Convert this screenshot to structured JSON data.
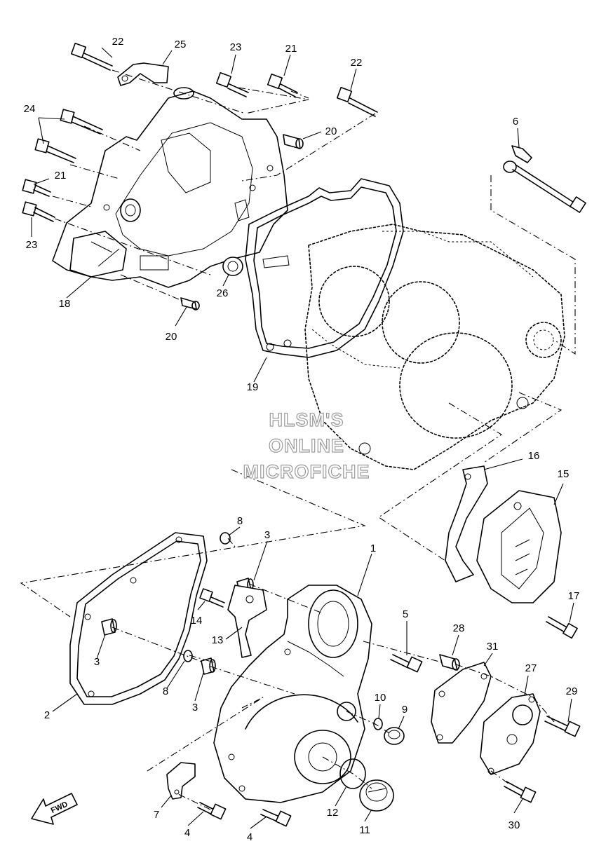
{
  "watermark": {
    "line1": "HLSM'S",
    "line2": "ONLINE",
    "line3": "MICROFICHE"
  },
  "fwd_label": "FWD",
  "callouts": [
    {
      "id": "c1",
      "label": "1"
    },
    {
      "id": "c2",
      "label": "2"
    },
    {
      "id": "c3a",
      "label": "3"
    },
    {
      "id": "c3b",
      "label": "3"
    },
    {
      "id": "c3c",
      "label": "3"
    },
    {
      "id": "c4a",
      "label": "4"
    },
    {
      "id": "c4b",
      "label": "4"
    },
    {
      "id": "c5",
      "label": "5"
    },
    {
      "id": "c6",
      "label": "6"
    },
    {
      "id": "c7",
      "label": "7"
    },
    {
      "id": "c8a",
      "label": "8"
    },
    {
      "id": "c8b",
      "label": "8"
    },
    {
      "id": "c9",
      "label": "9"
    },
    {
      "id": "c10",
      "label": "10"
    },
    {
      "id": "c11",
      "label": "11"
    },
    {
      "id": "c12",
      "label": "12"
    },
    {
      "id": "c13",
      "label": "13"
    },
    {
      "id": "c14",
      "label": "14"
    },
    {
      "id": "c15",
      "label": "15"
    },
    {
      "id": "c16",
      "label": "16"
    },
    {
      "id": "c17",
      "label": "17"
    },
    {
      "id": "c18",
      "label": "18"
    },
    {
      "id": "c19",
      "label": "19"
    },
    {
      "id": "c20a",
      "label": "20"
    },
    {
      "id": "c20b",
      "label": "20"
    },
    {
      "id": "c21a",
      "label": "21"
    },
    {
      "id": "c21b",
      "label": "21"
    },
    {
      "id": "c22a",
      "label": "22"
    },
    {
      "id": "c22b",
      "label": "22"
    },
    {
      "id": "c23a",
      "label": "23"
    },
    {
      "id": "c23b",
      "label": "23"
    },
    {
      "id": "c24",
      "label": "24"
    },
    {
      "id": "c25",
      "label": "25"
    },
    {
      "id": "c26",
      "label": "26"
    },
    {
      "id": "c27",
      "label": "27"
    },
    {
      "id": "c28",
      "label": "28"
    },
    {
      "id": "c29",
      "label": "29"
    },
    {
      "id": "c30",
      "label": "30"
    },
    {
      "id": "c31",
      "label": "31"
    }
  ]
}
